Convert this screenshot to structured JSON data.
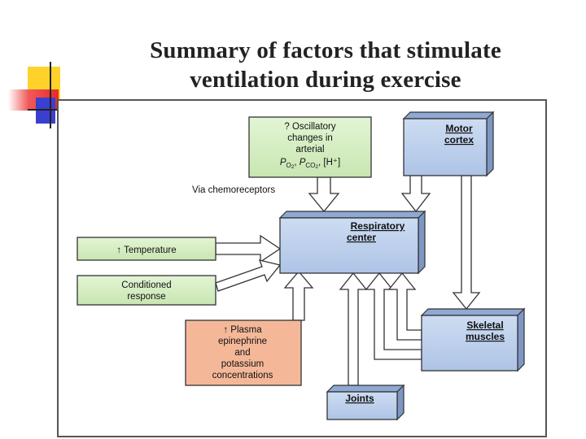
{
  "slide": {
    "title_line1": "Summary of factors that stimulate",
    "title_line2": "ventilation during exercise"
  },
  "diagram": {
    "colors": {
      "green_fill": "#d6efc4",
      "blue_fill": "#bcd0ec",
      "blue_dark": "#8fa9d4",
      "salmon_fill": "#f4b898",
      "arrow_fill": "#ffffff",
      "stroke": "#333333"
    },
    "nodes": {
      "oscillatory": {
        "line1": "? Oscillatory",
        "line2": "changes in",
        "line3": "arterial",
        "po2": "P",
        "po2_sub": "O",
        "po2_sub2": "2",
        "pco2": "P",
        "pco2_sub": "CO",
        "pco2_sub2": "2",
        "rest": ", [H⁺]"
      },
      "motor_cortex": {
        "line1": "Motor",
        "line2": "cortex"
      },
      "respiratory_center": {
        "line1": "Respiratory",
        "line2": "center"
      },
      "temperature": {
        "label": "↑ Temperature"
      },
      "conditioned": {
        "line1": "Conditioned",
        "line2": "response"
      },
      "skeletal_muscles": {
        "line1": "Skeletal",
        "line2": "muscles"
      },
      "plasma": {
        "line1": "↑ Plasma",
        "line2": "epinephrine",
        "line3": "and",
        "line4": "potassium",
        "line5": "concentrations"
      },
      "joints": {
        "label": "Joints"
      }
    },
    "annotations": {
      "via_chemoreceptors": "Via chemoreceptors"
    }
  }
}
